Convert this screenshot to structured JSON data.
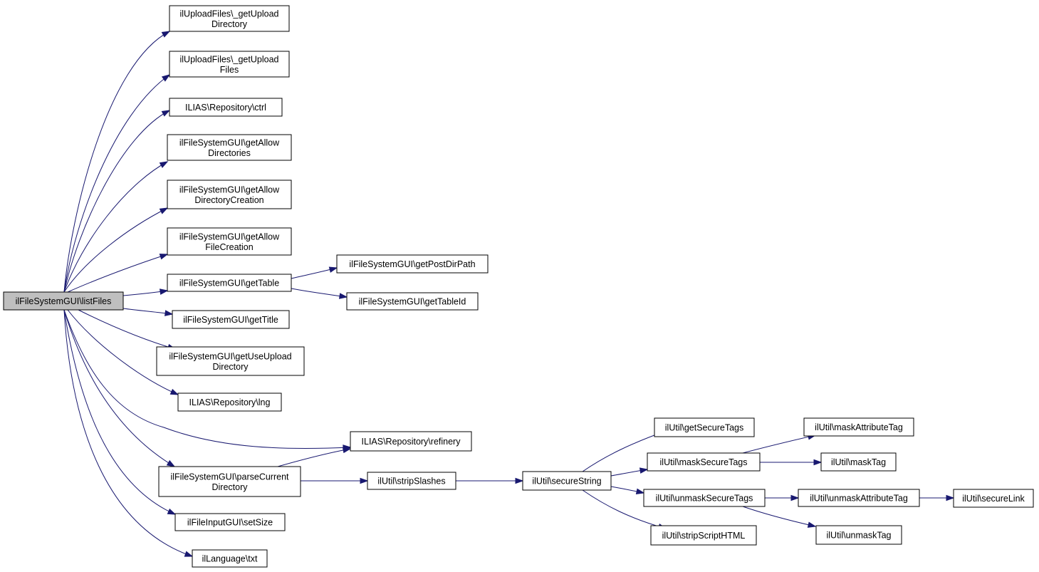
{
  "graph": {
    "colors": {
      "edge": "#191970",
      "node_fill": "#ffffff",
      "root_fill": "#bfbfbf",
      "border": "#000000"
    },
    "nodes": [
      {
        "id": "root",
        "lines": [
          "ilFileSystemGUI\\listFiles"
        ],
        "root": true
      },
      {
        "id": "upl_dir",
        "lines": [
          "ilUploadFiles\\_getUpload",
          "Directory"
        ]
      },
      {
        "id": "upl_files",
        "lines": [
          "ilUploadFiles\\_getUpload",
          "Files"
        ]
      },
      {
        "id": "repo_ctrl",
        "lines": [
          "ILIAS\\Repository\\ctrl"
        ]
      },
      {
        "id": "allow_dirs",
        "lines": [
          "ilFileSystemGUI\\getAllow",
          "Directories"
        ]
      },
      {
        "id": "allow_dircreate",
        "lines": [
          "ilFileSystemGUI\\getAllow",
          "DirectoryCreation"
        ]
      },
      {
        "id": "allow_filecreate",
        "lines": [
          "ilFileSystemGUI\\getAllow",
          "FileCreation"
        ]
      },
      {
        "id": "get_table",
        "lines": [
          "ilFileSystemGUI\\getTable"
        ]
      },
      {
        "id": "post_dir",
        "lines": [
          "ilFileSystemGUI\\getPostDirPath"
        ]
      },
      {
        "id": "table_id",
        "lines": [
          "ilFileSystemGUI\\getTableId"
        ]
      },
      {
        "id": "get_title",
        "lines": [
          "ilFileSystemGUI\\getTitle"
        ]
      },
      {
        "id": "use_upload",
        "lines": [
          "ilFileSystemGUI\\getUseUpload",
          "Directory"
        ]
      },
      {
        "id": "repo_lng",
        "lines": [
          "ILIAS\\Repository\\lng"
        ]
      },
      {
        "id": "refinery",
        "lines": [
          "ILIAS\\Repository\\refinery"
        ]
      },
      {
        "id": "parse_dir",
        "lines": [
          "ilFileSystemGUI\\parseCurrent",
          "Directory"
        ]
      },
      {
        "id": "strip_slashes",
        "lines": [
          "ilUtil\\stripSlashes"
        ]
      },
      {
        "id": "secure_string",
        "lines": [
          "ilUtil\\secureString"
        ]
      },
      {
        "id": "get_secure_tags",
        "lines": [
          "ilUtil\\getSecureTags"
        ]
      },
      {
        "id": "mask_secure_tags",
        "lines": [
          "ilUtil\\maskSecureTags"
        ]
      },
      {
        "id": "unmask_secure_tags",
        "lines": [
          "ilUtil\\unmaskSecureTags"
        ]
      },
      {
        "id": "strip_script",
        "lines": [
          "ilUtil\\stripScriptHTML"
        ]
      },
      {
        "id": "mask_attr",
        "lines": [
          "ilUtil\\maskAttributeTag"
        ]
      },
      {
        "id": "mask_tag",
        "lines": [
          "ilUtil\\maskTag"
        ]
      },
      {
        "id": "unmask_attr",
        "lines": [
          "ilUtil\\unmaskAttributeTag"
        ]
      },
      {
        "id": "unmask_tag",
        "lines": [
          "ilUtil\\unmaskTag"
        ]
      },
      {
        "id": "secure_link",
        "lines": [
          "ilUtil\\secureLink"
        ]
      },
      {
        "id": "set_size",
        "lines": [
          "ilFileInputGUI\\setSize"
        ]
      },
      {
        "id": "lang_txt",
        "lines": [
          "ilLanguage\\txt"
        ]
      }
    ],
    "edges": [
      {
        "from": "root",
        "to": "upl_dir"
      },
      {
        "from": "root",
        "to": "upl_files"
      },
      {
        "from": "root",
        "to": "repo_ctrl"
      },
      {
        "from": "root",
        "to": "allow_dirs"
      },
      {
        "from": "root",
        "to": "allow_dircreate"
      },
      {
        "from": "root",
        "to": "allow_filecreate"
      },
      {
        "from": "root",
        "to": "get_table"
      },
      {
        "from": "root",
        "to": "get_title"
      },
      {
        "from": "root",
        "to": "use_upload"
      },
      {
        "from": "root",
        "to": "repo_lng"
      },
      {
        "from": "root",
        "to": "refinery"
      },
      {
        "from": "root",
        "to": "parse_dir"
      },
      {
        "from": "root",
        "to": "set_size"
      },
      {
        "from": "root",
        "to": "lang_txt"
      },
      {
        "from": "get_table",
        "to": "post_dir"
      },
      {
        "from": "get_table",
        "to": "table_id"
      },
      {
        "from": "parse_dir",
        "to": "refinery"
      },
      {
        "from": "parse_dir",
        "to": "strip_slashes"
      },
      {
        "from": "strip_slashes",
        "to": "secure_string"
      },
      {
        "from": "secure_string",
        "to": "get_secure_tags"
      },
      {
        "from": "secure_string",
        "to": "mask_secure_tags"
      },
      {
        "from": "secure_string",
        "to": "unmask_secure_tags"
      },
      {
        "from": "secure_string",
        "to": "strip_script"
      },
      {
        "from": "mask_secure_tags",
        "to": "mask_attr"
      },
      {
        "from": "mask_secure_tags",
        "to": "mask_tag"
      },
      {
        "from": "unmask_secure_tags",
        "to": "unmask_attr"
      },
      {
        "from": "unmask_secure_tags",
        "to": "unmask_tag"
      },
      {
        "from": "unmask_attr",
        "to": "secure_link"
      }
    ]
  }
}
